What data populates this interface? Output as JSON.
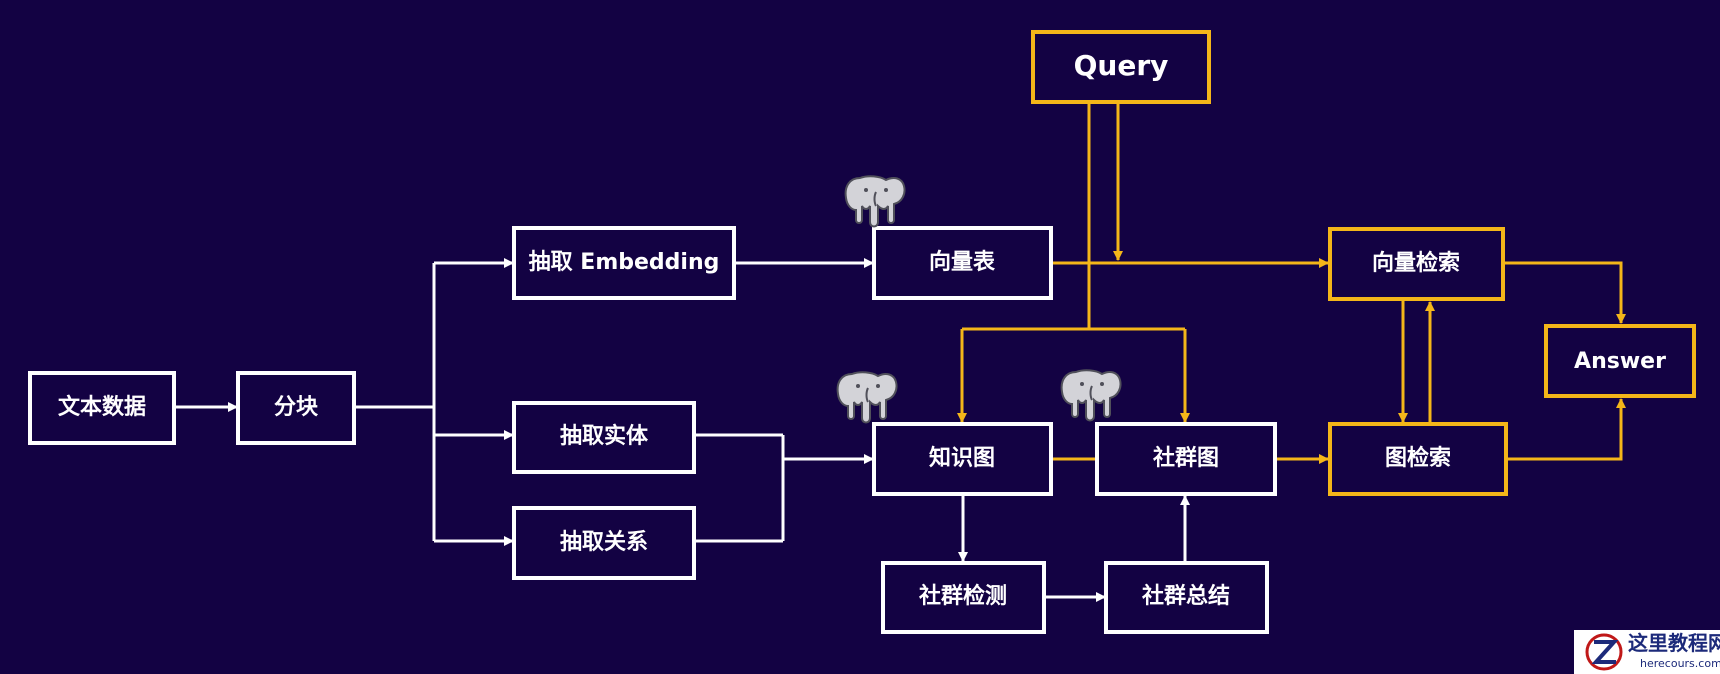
{
  "diagram": {
    "nodes": {
      "text_data": "文本数据",
      "chunk": "分块",
      "extract_embedding": "抽取 Embedding",
      "extract_entity": "抽取实体",
      "extract_relation": "抽取关系",
      "vector_table": "向量表",
      "knowledge_graph": "知识图",
      "community_graph": "社群图",
      "community_detection": "社群检测",
      "community_summary": "社群总结",
      "query": "Query",
      "vector_search": "向量检索",
      "graph_search": "图检索",
      "answer": "Answer"
    },
    "icons": [
      "postgres-elephant-icon",
      "postgres-elephant-icon",
      "postgres-elephant-icon"
    ],
    "colors": {
      "background": "#130243",
      "white_flow": "#ffffff",
      "query_flow": "#f4b619"
    }
  },
  "watermark": {
    "title": "这里教程网",
    "subtitle": "herecours.com"
  }
}
